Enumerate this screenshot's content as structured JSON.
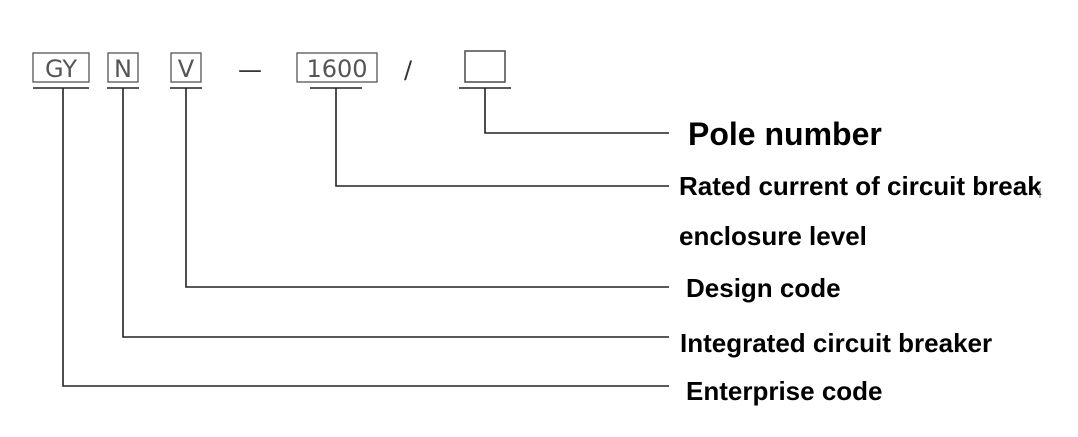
{
  "codes": {
    "enterprise": "GY",
    "integrated": "N",
    "design": "V",
    "dash": "—",
    "rated": "1600",
    "slash": "/",
    "pole": ""
  },
  "labels": {
    "pole_number": "Pole number",
    "rated_current": "Rated current of circuit break",
    "enclosure_level": "enclosure level",
    "design_code": "Design code",
    "integrated_breaker": "Integrated circuit breaker",
    "enterprise_code": "Enterprise code"
  }
}
